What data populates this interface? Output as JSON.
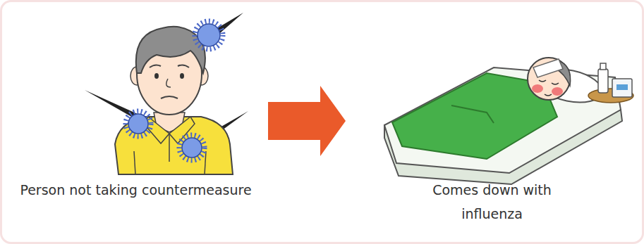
{
  "diagram": {
    "nodes": [
      {
        "text": [
          "Person not taking countermeasure"
        ]
      },
      {
        "text": [
          "Comes down with influenza"
        ]
      }
    ],
    "edges": [
      {
        "from": 0,
        "to": 1,
        "arrow": "to"
      }
    ]
  }
}
